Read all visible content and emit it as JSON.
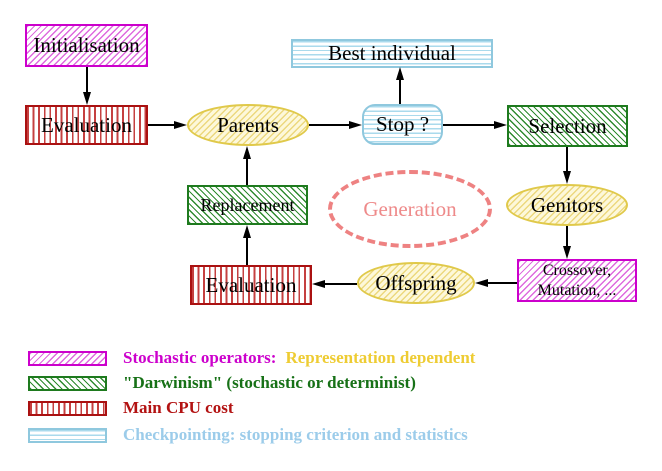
{
  "nodes": {
    "initialisation": "Initialisation",
    "evaluation_top": "Evaluation",
    "parents": "Parents",
    "best_individual": "Best individual",
    "stop": "Stop ?",
    "selection": "Selection",
    "genitors": "Genitors",
    "crossover_line1": "Crossover,",
    "crossover_line2": "Mutation, ...",
    "offspring": "Offspring",
    "evaluation_bottom": "Evaluation",
    "replacement": "Replacement",
    "generation": "Generation"
  },
  "legend": {
    "stochastic_label": "Stochastic operators:",
    "representation_label": "Representation dependent",
    "darwinism_label": "\"Darwinism\" (stochastic or determinist)",
    "cpu_label": "Main CPU cost",
    "checkpointing_label": "Checkpointing: stopping criterion and statistics"
  },
  "colors": {
    "magenta": "#cc00cc",
    "green_border": "#1e7a1e",
    "red_border": "#aa1111",
    "cyan_border": "#8fc8de",
    "yellow_border": "#e0c94a",
    "yellow_fill": "#fdf8da",
    "salmon_dashed": "#ee8282",
    "stochastic_text": "#cc00cc",
    "representation_text": "#eecc33",
    "darwinism_text": "#177117",
    "cpu_text": "#b31212",
    "checkpointing_text": "#9cccea",
    "arrow": "#000000"
  }
}
